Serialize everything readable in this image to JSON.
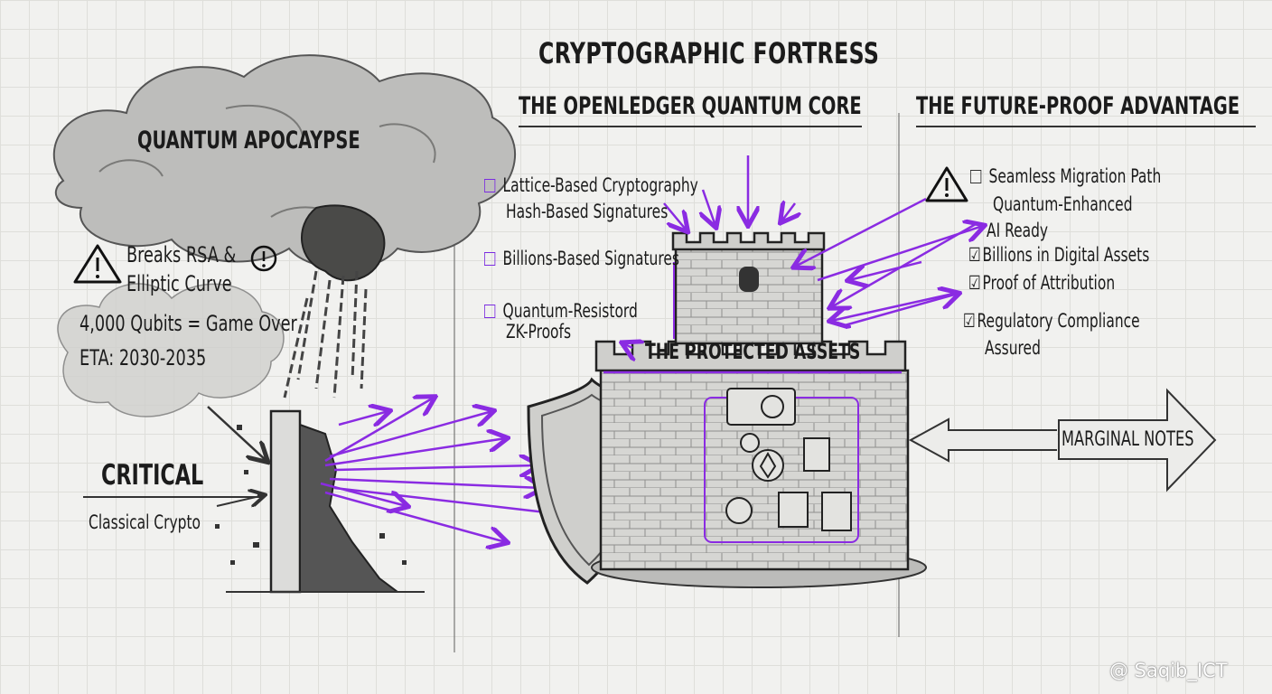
{
  "title": "CRYPTOGRAPHIC FORTRESS",
  "sections": {
    "left": {
      "heading": "QUANTUM APOCAYPSE",
      "threat_line1": "Breaks RSA &",
      "threat_line2": "Elliptic Curve",
      "qubits": "4,000 Qubits = Game Over",
      "eta": "ETA: 2030-2035",
      "critical": "CRITICAL",
      "classical": "Classical Crypto"
    },
    "center": {
      "heading": "THE OPENLEDGER QUANTUM CORE",
      "items": [
        {
          "line1": "Lattice-Based Cryptography",
          "line2": "Hash-Based Signatures"
        },
        {
          "line1": "Billions-Based Signatures",
          "line2": ""
        },
        {
          "line1": "Quantum-Resistord",
          "line2": "ZK-Proofs"
        }
      ],
      "protected": "THE PROTECTED ASSETS"
    },
    "right": {
      "heading": "THE FUTURE-PROOF ADVANTAGE",
      "migration": "Seamless Migration Path",
      "enhanced": "Quantum-Enhanced",
      "ai": "AI Ready",
      "checks": [
        "Billions in Digital Assets",
        "Proof of Attribution",
        "Regulatory Compliance"
      ],
      "assured": "Assured",
      "marginal": "MARGINAL NOTES"
    }
  },
  "watermark": "@ Saqib_ICT",
  "icons": [
    "warning-icon",
    "exclamation-circle-icon",
    "shield-icon",
    "fortress-tower-icon",
    "ethereum-icon",
    "arrow-double-icon"
  ],
  "colors": {
    "accent": "#8a2be2",
    "ink": "#1b1b1b",
    "paper": "#f1f1ef"
  }
}
